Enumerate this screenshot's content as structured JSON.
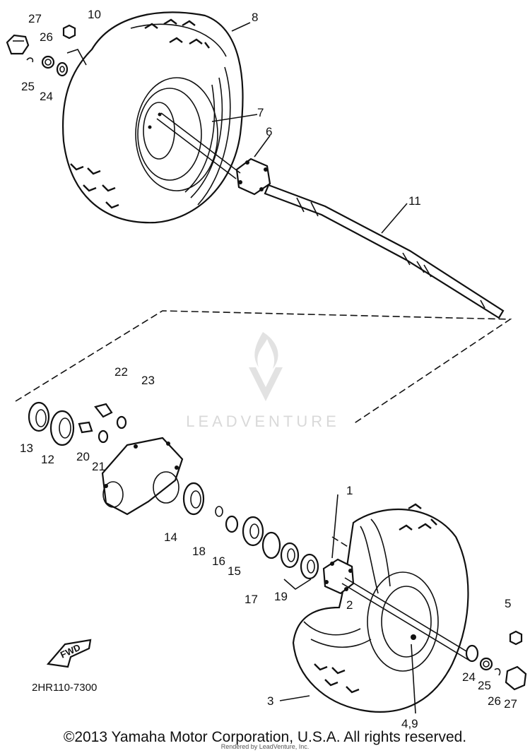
{
  "diagram": {
    "callouts": [
      "27",
      "10",
      "26",
      "8",
      "25",
      "24",
      "7",
      "6",
      "11",
      "22",
      "23",
      "13",
      "12",
      "20",
      "21",
      "14",
      "18",
      "16",
      "15",
      "17",
      "19",
      "1",
      "2",
      "5",
      "3",
      "24",
      "25",
      "26",
      "27",
      "4,9"
    ],
    "watermark": "LEADVENTURE",
    "fwd_label": "FWD",
    "diagram_code": "2HR110-7300"
  },
  "footer": {
    "copyright": "©2013 Yamaha Motor Corporation, U.S.A. All rights reserved.",
    "rendered_by": "Rendered by LeadVenture, Inc."
  }
}
